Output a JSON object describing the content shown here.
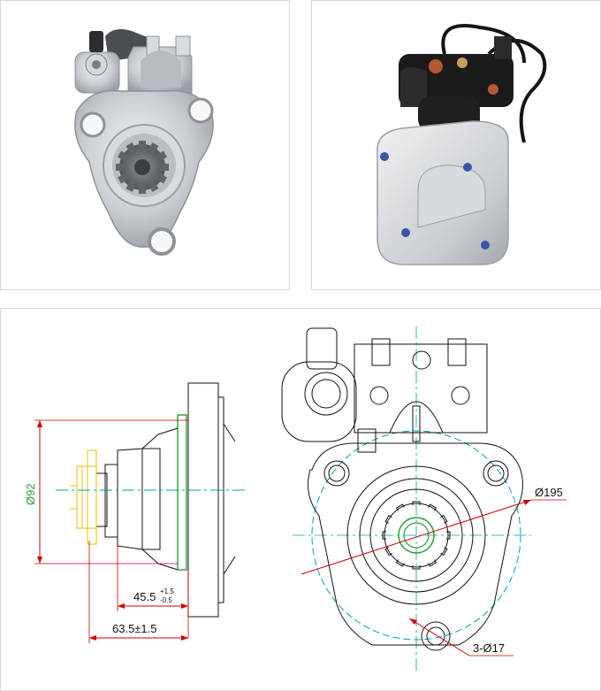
{
  "panels": {
    "front_photo": {
      "image_name": "starter-motor-front-photo"
    },
    "rear_photo": {
      "image_name": "starter-motor-rear-photo"
    },
    "drawing": {
      "image_name": "starter-motor-dimension-drawing"
    }
  },
  "dimensions": {
    "body_diameter": "Ø92",
    "offset_main": "45.5",
    "offset_tol_upper": "+1.5",
    "offset_tol_lower": "-0.5",
    "pinion_length": "63.5±1.5",
    "bolt_circle": "Ø195",
    "mount_holes": "3-Ø17"
  },
  "colors": {
    "dimension": "#cc0000",
    "center_line": "#00a0b0",
    "pinion": "#2e9b3a",
    "outline": "#111111",
    "yellow_part": "#e0c400",
    "aluminum": "#c8ccd0",
    "black_part": "#1b1b1b"
  }
}
